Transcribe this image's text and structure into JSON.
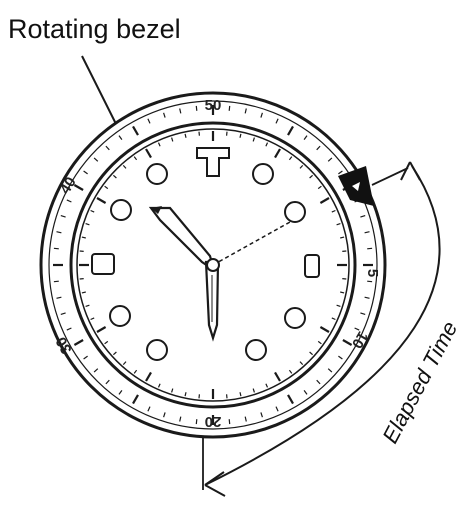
{
  "diagram": {
    "callout_label": "Rotating bezel",
    "arc_label": "Elapsed Time",
    "bezel_numbers": [
      "50",
      "40",
      "30",
      "20",
      "10",
      "5"
    ],
    "colors": {
      "ink": "#1a1a1a",
      "marker": "#111111",
      "background": "#ffffff"
    }
  }
}
